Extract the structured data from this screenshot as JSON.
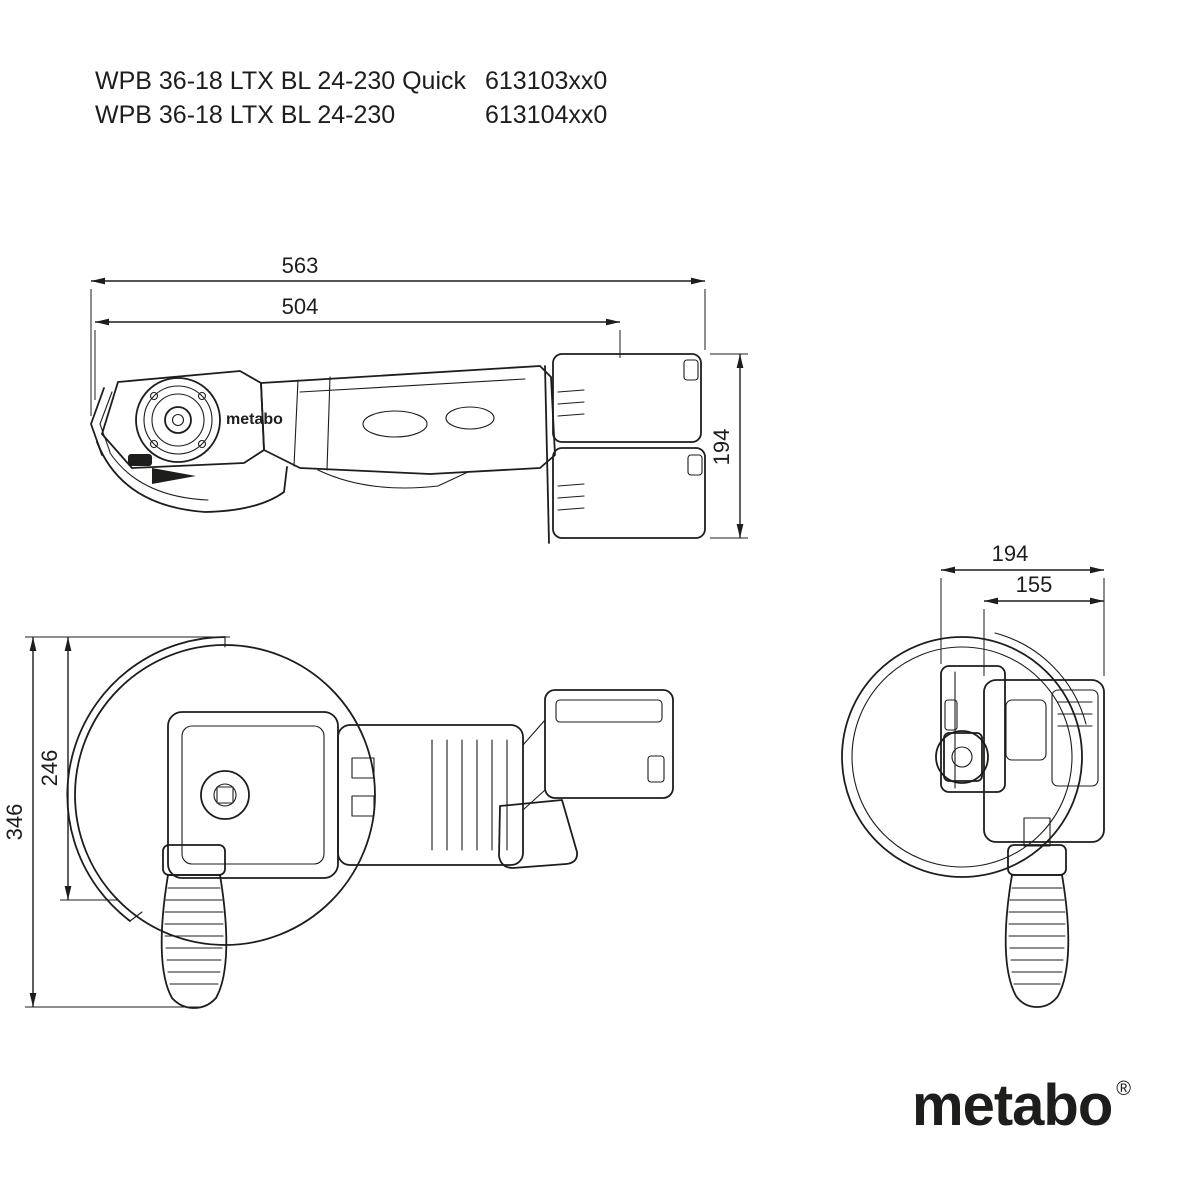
{
  "header": {
    "products": [
      {
        "model": "WPB 36-18 LTX BL 24-230 Quick",
        "order_no": "613103xx0"
      },
      {
        "model": "WPB 36-18 LTX BL 24-230",
        "order_no": "613104xx0"
      }
    ]
  },
  "dimensions": {
    "side_view": {
      "overall_length": "563",
      "body_length": "504",
      "height": "194"
    },
    "top_view": {
      "overall_width": "346",
      "body_width": "246"
    },
    "front_view": {
      "overall_width": "194",
      "body_width": "155"
    }
  },
  "brand": {
    "logo_text": "metabo",
    "registered_mark": "®",
    "housing_label": "metabo"
  },
  "colors": {
    "line": "#1d1d1b",
    "background": "#ffffff"
  }
}
